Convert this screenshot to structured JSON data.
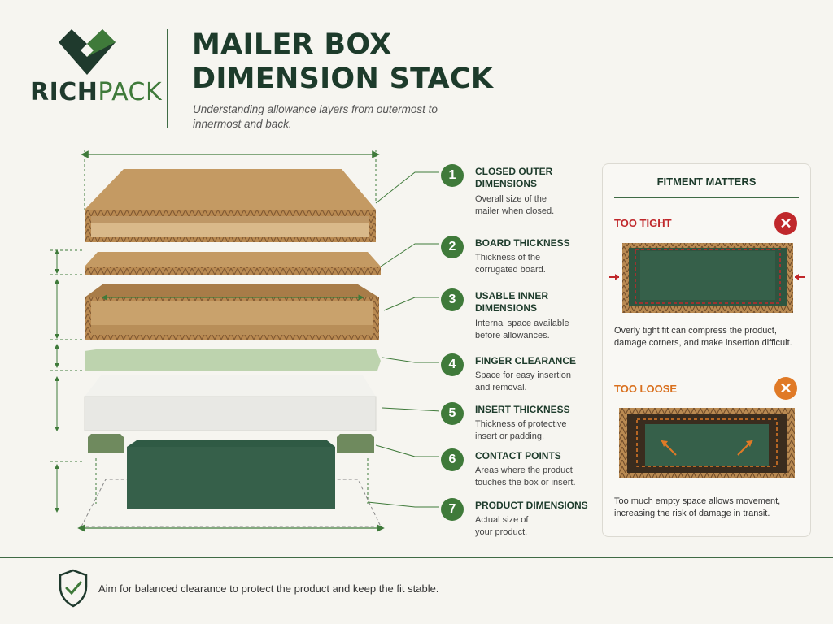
{
  "brand": {
    "name_part1": "RICH",
    "name_part2": "PACK",
    "primary_color": "#1f3a2d",
    "accent_color": "#3f7a3a",
    "logo_icon": "heart-box-logo-icon"
  },
  "header": {
    "title_line1": "MAILER BOX",
    "title_line2": "DIMENSION STACK",
    "subtitle": "Understanding allowance layers from outermost to innermost and back."
  },
  "steps": [
    {
      "number": "1",
      "title": "CLOSED OUTER DIMENSIONS",
      "desc": "Overall size of the mailer when closed."
    },
    {
      "number": "2",
      "title": "BOARD THICKNESS",
      "desc": "Thickness of the corrugated board."
    },
    {
      "number": "3",
      "title": "USABLE INNER DIMENSIONS",
      "desc": "Internal space available before allowances."
    },
    {
      "number": "4",
      "title": "FINGER CLEARANCE",
      "desc": "Space for easy insertion and removal."
    },
    {
      "number": "5",
      "title": "INSERT THICKNESS",
      "desc": "Thickness of protective insert or padding."
    },
    {
      "number": "6",
      "title": "CONTACT POINTS",
      "desc": "Areas where the product touches the box or insert."
    },
    {
      "number": "7",
      "title": "PRODUCT DIMENSIONS",
      "desc": "Actual size of your product."
    }
  ],
  "panel": {
    "title": "FITMENT MATTERS",
    "tight": {
      "label": "TOO TIGHT",
      "icon": "x-mark-icon",
      "color": "#c0282b",
      "desc": "Overly tight fit can compress the product, damage corners, and make insertion difficult."
    },
    "loose": {
      "label": "TOO LOOSE",
      "icon": "x-mark-icon",
      "color": "#e07a26",
      "desc": "Too much empty space allows movement, increasing the risk of damage in transit."
    }
  },
  "footer": {
    "icon": "shield-check-icon",
    "text": "Aim for balanced clearance to protect the product and keep the fit stable."
  }
}
